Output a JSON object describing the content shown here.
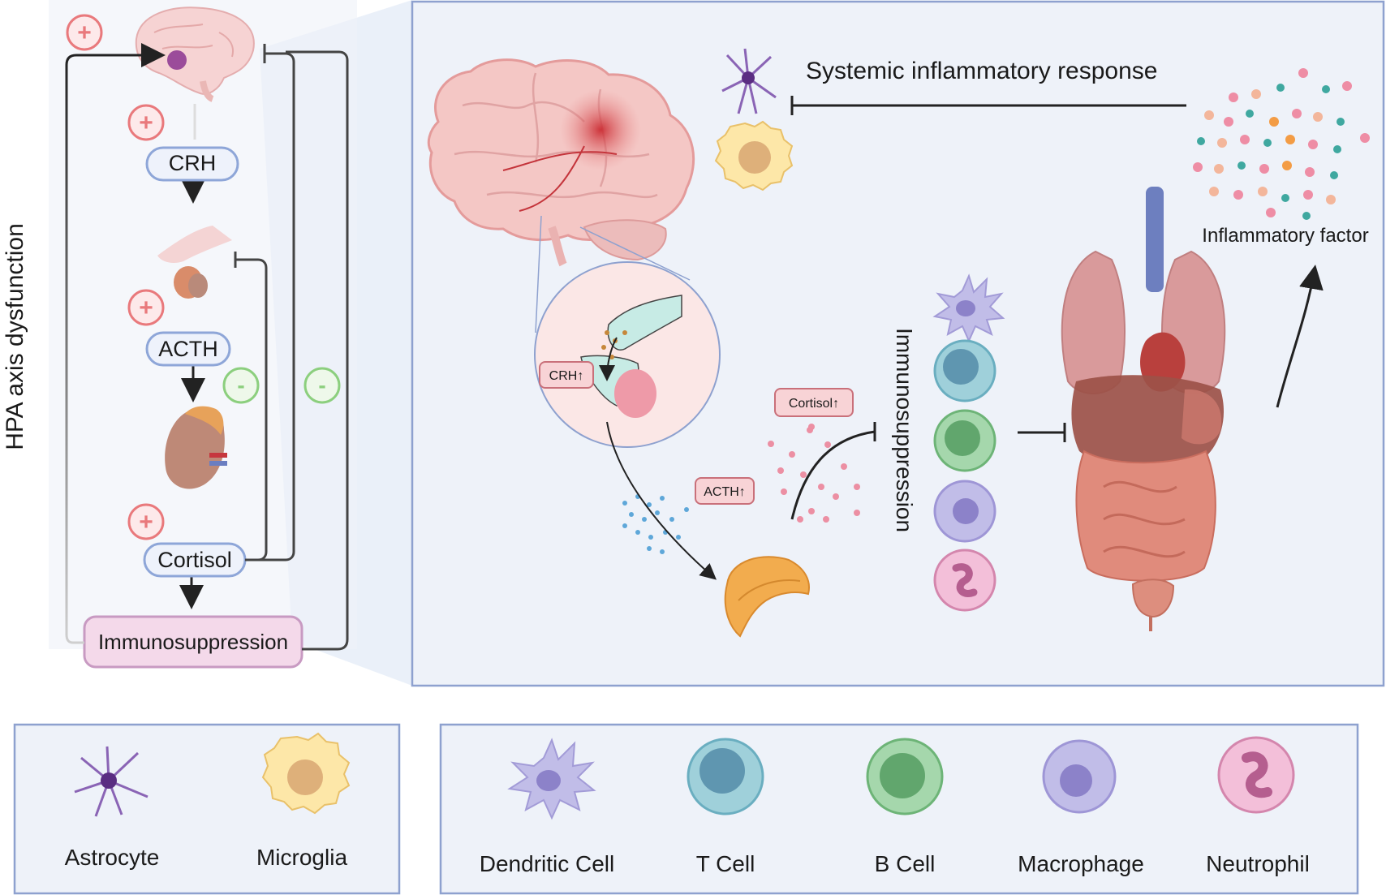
{
  "left_panel": {
    "side_title": "HPA axis dysfunction",
    "steps": [
      "CRH",
      "ACTH",
      "Cortisol"
    ],
    "outcome": "Immunosuppression",
    "plus_sign": "+",
    "minus_sign": "-"
  },
  "main_panel": {
    "systemic_label": "Systemic inflammatory response",
    "inflammatory_label": "Inflammatory factor",
    "crh_tag": "CRH↑",
    "acth_tag": "ACTH↑",
    "cortisol_tag": "Cortisol↑",
    "immuno_vertical": "Immunosuppression"
  },
  "legend_glia": {
    "items": [
      "Astrocyte",
      "Microglia"
    ]
  },
  "legend_immune": {
    "items": [
      "Dendritic Cell",
      "T Cell",
      "B Cell",
      "Macrophage",
      "Neutrophil"
    ]
  },
  "colors": {
    "panel_fill": "#eef2f9",
    "panel_border": "#8ea1cf",
    "pill_border": "#8ea6d8",
    "plus_color": "#e9797c",
    "minus_color": "#8ccf7e",
    "immuno_fill": "#f4d9ea",
    "immuno_border": "#c89ac2",
    "tag_fill": "#f8d3d6",
    "tag_border": "#c9707a"
  }
}
